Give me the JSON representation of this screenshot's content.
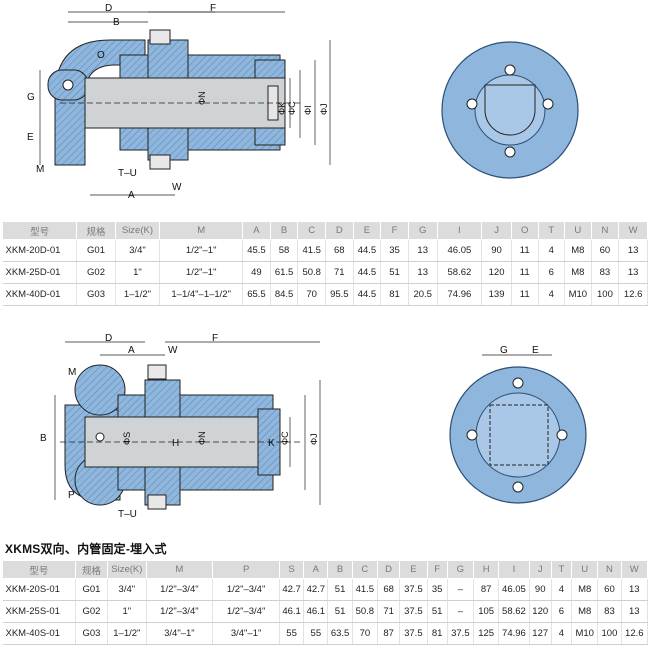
{
  "drawing1": {
    "dims": [
      "D",
      "B",
      "F",
      "O",
      "G",
      "E",
      "M",
      "T-U",
      "A",
      "W",
      "ΦN",
      "ΦK",
      "ΦC",
      "ΦI",
      "ΦJ"
    ]
  },
  "drawing2": {
    "dims": [
      "D",
      "A",
      "W",
      "F",
      "M",
      "B",
      "ΦS",
      "H",
      "ΦN",
      "K",
      "ΦC",
      "ΦJ",
      "P",
      "T-U"
    ],
    "end_dims": [
      "G",
      "E"
    ]
  },
  "table1": {
    "headers": [
      "型号",
      "规格",
      "Size(K)",
      "M",
      "A",
      "B",
      "C",
      "D",
      "E",
      "F",
      "G",
      "I",
      "J",
      "O",
      "T",
      "U",
      "N",
      "W"
    ],
    "rows": [
      [
        "XKM-20D-01",
        "G01",
        "3/4\"",
        "1/2\"–1\"",
        "45.5",
        "58",
        "41.5",
        "68",
        "44.5",
        "35",
        "13",
        "46.05",
        "90",
        "11",
        "4",
        "M8",
        "60",
        "13"
      ],
      [
        "XKM-25D-01",
        "G02",
        "1\"",
        "1/2\"–1\"",
        "49",
        "61.5",
        "50.8",
        "71",
        "44.5",
        "51",
        "13",
        "58.62",
        "120",
        "11",
        "6",
        "M8",
        "83",
        "13"
      ],
      [
        "XKM-40D-01",
        "G03",
        "1–1/2\"",
        "1–1/4\"–1–1/2\"",
        "65.5",
        "84.5",
        "70",
        "95.5",
        "44.5",
        "81",
        "20.5",
        "74.96",
        "139",
        "11",
        "4",
        "M10",
        "100",
        "12.6"
      ]
    ]
  },
  "section2_title": "XKMS双向、内管固定-埋入式",
  "table2": {
    "headers": [
      "型号",
      "规格",
      "Size(K)",
      "M",
      "P",
      "S",
      "A",
      "B",
      "C",
      "D",
      "E",
      "F",
      "G",
      "H",
      "I",
      "J",
      "T",
      "U",
      "N",
      "W"
    ],
    "rows": [
      [
        "XKM-20S-01",
        "G01",
        "3/4\"",
        "1/2\"–3/4\"",
        "1/2\"–3/4\"",
        "42.7",
        "42.7",
        "51",
        "41.5",
        "68",
        "37.5",
        "35",
        "–",
        "87",
        "46.05",
        "90",
        "4",
        "M8",
        "60",
        "13"
      ],
      [
        "XKM-25S-01",
        "G02",
        "1\"",
        "1/2\"–3/4\"",
        "1/2\"–3/4\"",
        "46.1",
        "46.1",
        "51",
        "50.8",
        "71",
        "37.5",
        "51",
        "–",
        "105",
        "58.62",
        "120",
        "6",
        "M8",
        "83",
        "13"
      ],
      [
        "XKM-40S-01",
        "G03",
        "1–1/2\"",
        "3/4\"–1\"",
        "3/4\"–1\"",
        "55",
        "55",
        "63.5",
        "70",
        "87",
        "37.5",
        "81",
        "37.5",
        "125",
        "74.96",
        "127",
        "4",
        "M10",
        "100",
        "12.6"
      ]
    ]
  },
  "colors": {
    "part_blue": "#8fb6dd",
    "part_dark": "#4f7fb0",
    "header_gray": "#dcdcdc",
    "pipe_gray": "#cfd3d6"
  }
}
